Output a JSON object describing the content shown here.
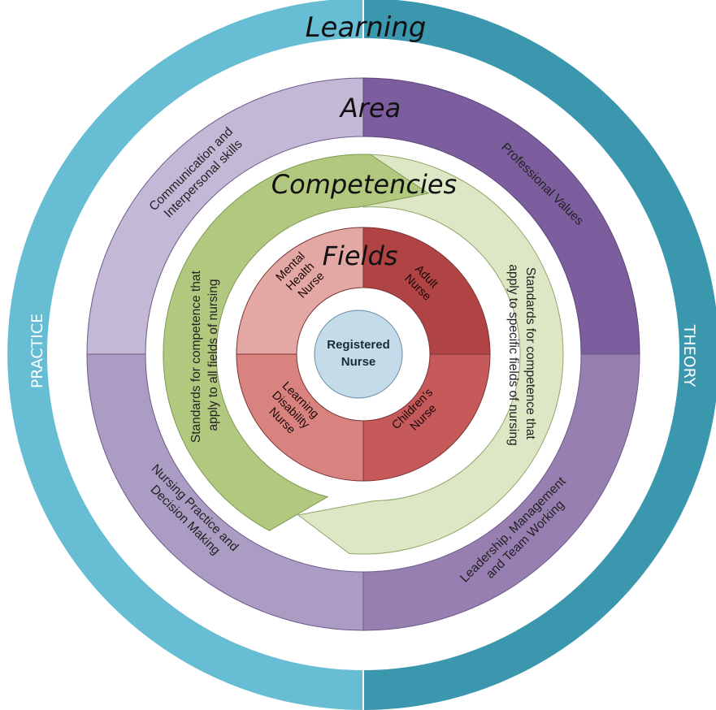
{
  "learning": {
    "title": "Learning",
    "practice_label": "PRACTICE",
    "theory_label": "THEORY",
    "colors": {
      "practice": "#67bdd4",
      "theory": "#3a97ae"
    }
  },
  "area": {
    "title": "Area",
    "segments": [
      {
        "label_lines": [
          "Communication and",
          "Interpersonal skills"
        ],
        "color": "#c3b8d6"
      },
      {
        "label_lines": [
          "Professional Values"
        ],
        "color": "#7c5e9e"
      },
      {
        "label_lines": [
          "Leadership, Management",
          "and Team Working"
        ],
        "color": "#977fb2"
      },
      {
        "label_lines": [
          "Nursing Practice and",
          "Decision Making"
        ],
        "color": "#ab9cc3"
      }
    ]
  },
  "competencies": {
    "title": "Competencies",
    "generic": {
      "label_lines": [
        "Standards for competence that",
        "apply to all fields of nursing"
      ],
      "color": "#b1c87e"
    },
    "field_specific": {
      "label_lines": [
        "Standards for competence that",
        "apply to specific fields of nursing"
      ],
      "color": "#dde7c6"
    }
  },
  "fields": {
    "title": "Fields",
    "segments": [
      {
        "label_lines": [
          "Mental",
          "Health",
          "Nurse"
        ],
        "color": "#e4a8a4"
      },
      {
        "label_lines": [
          "Adult",
          "Nurse"
        ],
        "color": "#b04444"
      },
      {
        "label_lines": [
          "Children's",
          "Nurse"
        ],
        "color": "#c65a5a"
      },
      {
        "label_lines": [
          "Learning",
          "Disability",
          "Nurse"
        ],
        "color": "#d98380"
      }
    ]
  },
  "center": {
    "label_lines": [
      "Registered",
      "Nurse"
    ],
    "color": "#c4dbe9"
  }
}
